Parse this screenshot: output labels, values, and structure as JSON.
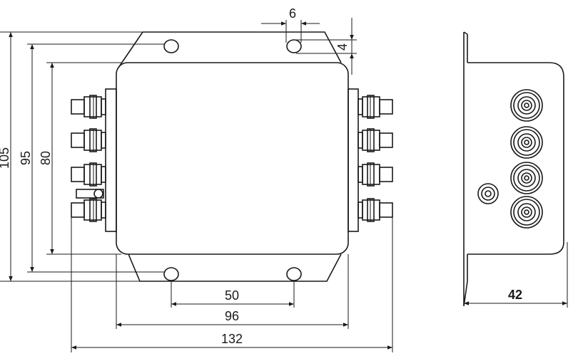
{
  "drawing": {
    "front_view": {
      "dimensions": {
        "hole_width": "6",
        "hole_height": "4",
        "total_height": "105",
        "hole_spacing_vertical": "95",
        "body_height": "80",
        "hole_spacing_horizontal": "50",
        "body_width": "96",
        "total_width": "132"
      },
      "terminals_left": 4,
      "terminals_right": 4
    },
    "side_view": {
      "dimensions": {
        "depth": "42"
      },
      "terminals": 4
    }
  }
}
